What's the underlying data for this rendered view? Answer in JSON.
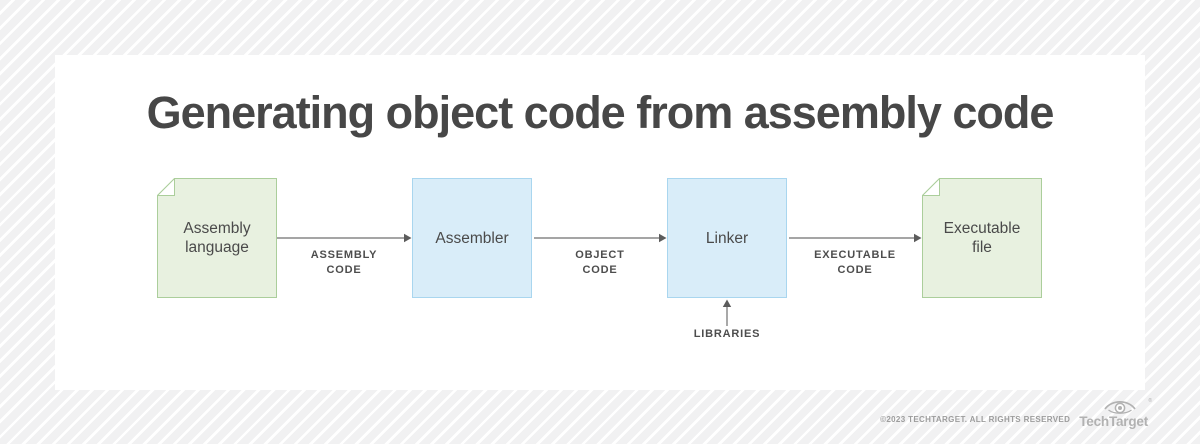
{
  "title": {
    "text": "Generating object code from assembly code",
    "color": "#474747"
  },
  "diagram": {
    "nodes": [
      {
        "id": "assembly-language",
        "label": "Assembly language",
        "shape": "document",
        "fill": "#e8f1e0",
        "border": "#abce9b"
      },
      {
        "id": "assembler",
        "label": "Assembler",
        "shape": "rect",
        "fill": "#d9edf9",
        "border": "#a9d6ef"
      },
      {
        "id": "linker",
        "label": "Linker",
        "shape": "rect",
        "fill": "#d9edf9",
        "border": "#a9d6ef"
      },
      {
        "id": "executable-file",
        "label": "Executable file",
        "shape": "document",
        "fill": "#e8f1e0",
        "border": "#abce9b"
      }
    ],
    "edges": [
      {
        "from": "assembly-language",
        "to": "assembler",
        "label": "ASSEMBLY CODE",
        "direction": "right"
      },
      {
        "from": "assembler",
        "to": "linker",
        "label": "OBJECT CODE",
        "direction": "right"
      },
      {
        "from": "linker",
        "to": "executable-file",
        "label": "EXECUTABLE CODE",
        "direction": "right"
      },
      {
        "from": "libraries",
        "to": "linker",
        "label": "LIBRARIES",
        "direction": "up"
      }
    ],
    "arrow_color": "#6f6f6f",
    "edge_label_color": "#4d4d4d",
    "node_text_color": "#4a4a4a"
  },
  "page": {
    "card_color": "#ffffff",
    "stripe_gray": "#f1f1f2",
    "stripe_white": "#ffffff"
  },
  "footer": {
    "copyright": "©2023 TECHTARGET. ALL RIGHTS RESERVED",
    "brand": "TechTarget",
    "registered_mark": "®"
  }
}
